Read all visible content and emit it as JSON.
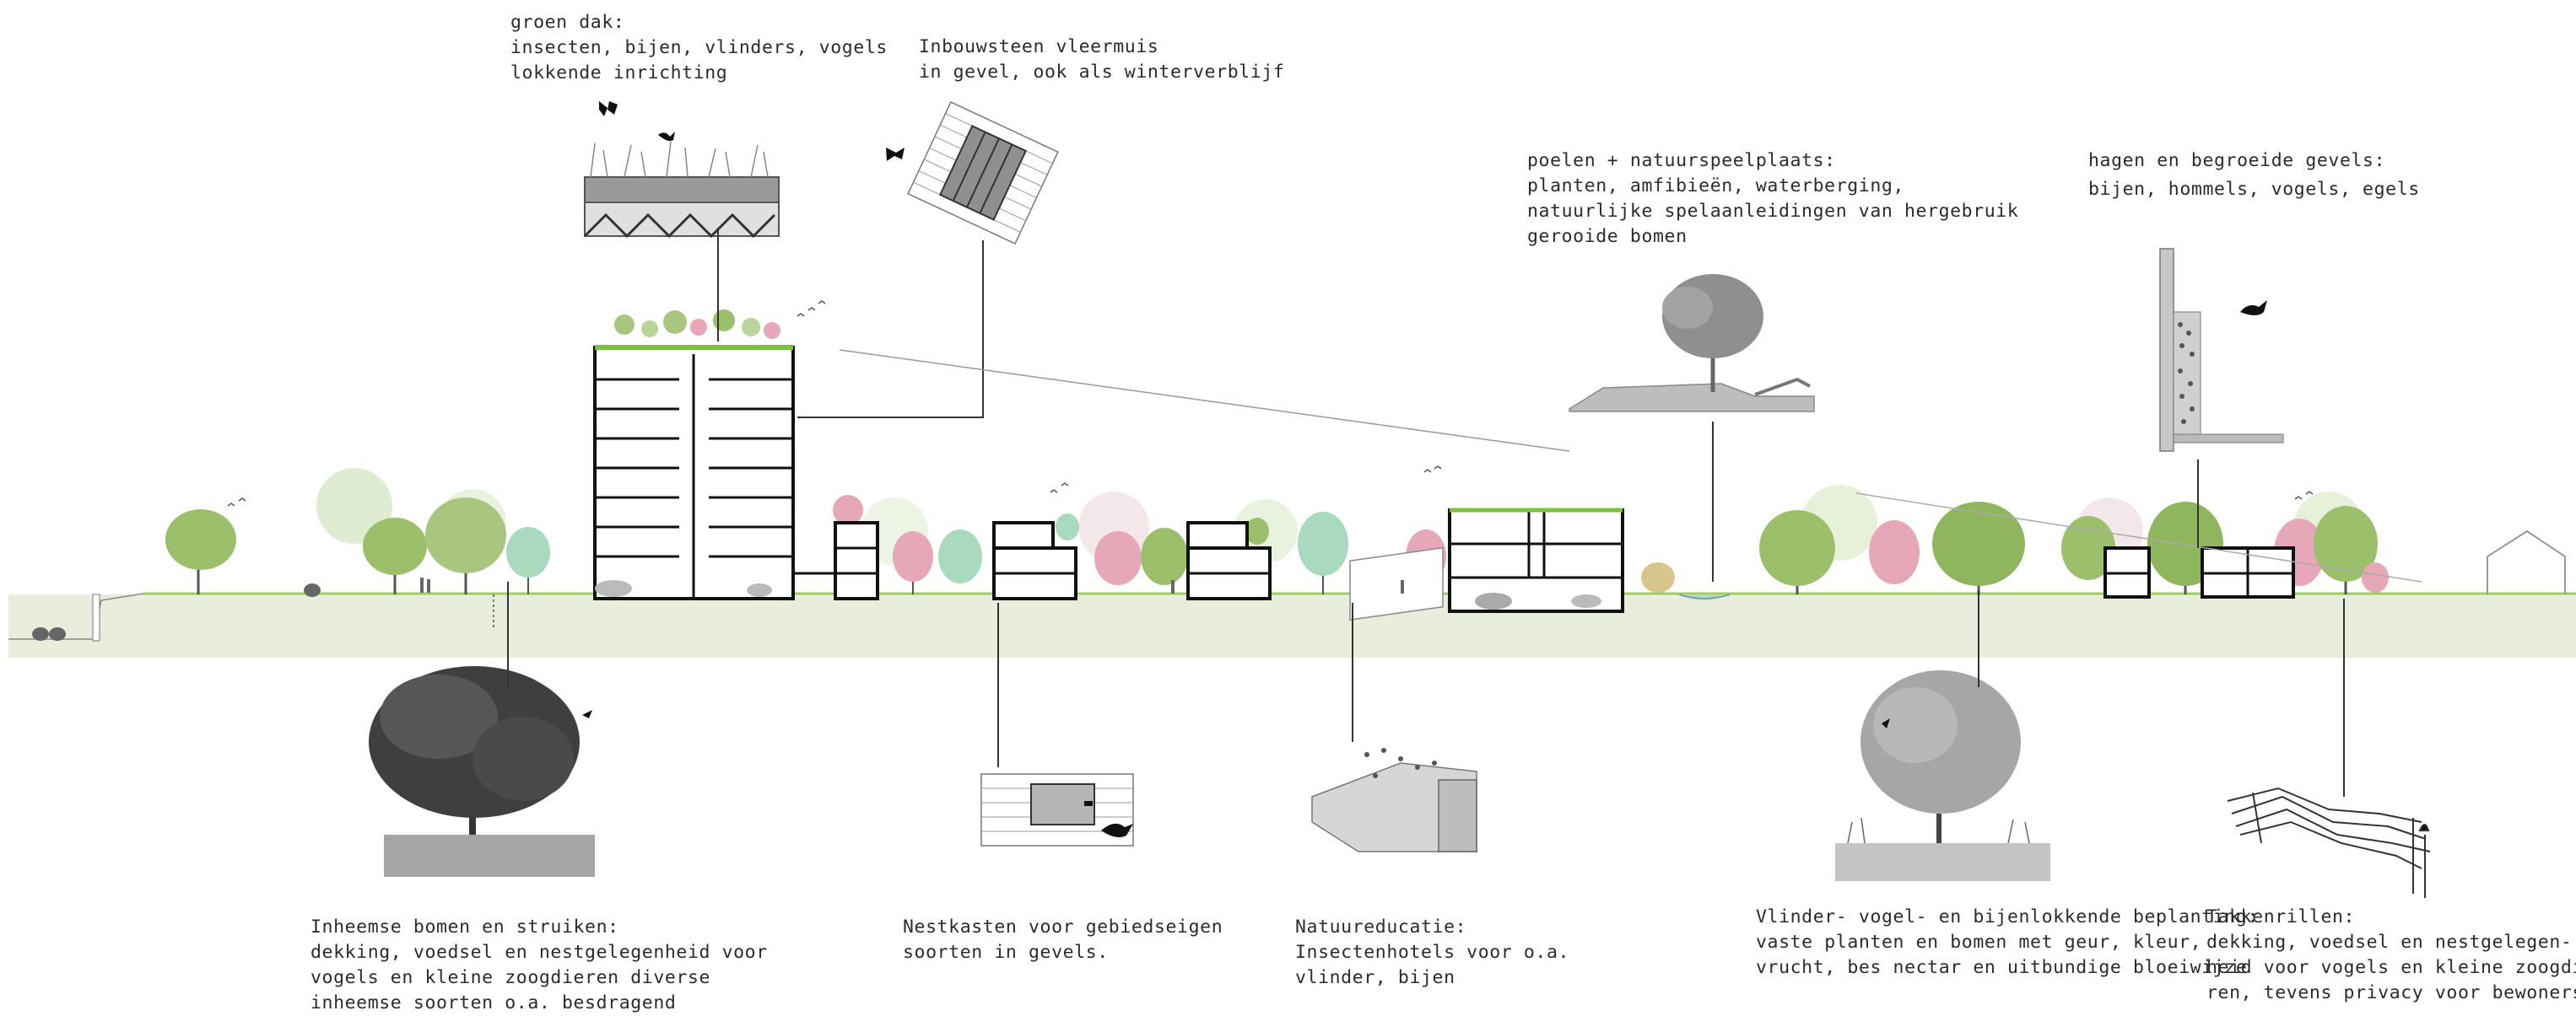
{
  "annotations": {
    "groen_dak": {
      "title": "groen dak:",
      "lines": [
        "insecten, bijen, vlinders, vogels",
        "lokkende inrichting"
      ]
    },
    "inbouwsteen": {
      "title": "Inbouwsteen vleermuis",
      "lines": [
        "in gevel, ook als winterverblijf"
      ]
    },
    "poelen": {
      "title": "poelen + natuurspeelplaats:",
      "lines": [
        "planten, amfibieën, waterberging,",
        "natuurlijke spelaanleidingen van hergebruik",
        "gerooide bomen"
      ]
    },
    "hagen": {
      "title": "hagen en begroeide gevels:",
      "lines": [
        "bijen, hommels, vogels, egels"
      ]
    },
    "inheemse_bomen": {
      "title": "Inheemse bomen en struiken:",
      "lines": [
        "dekking, voedsel en nestgelegenheid voor",
        "vogels en kleine zoogdieren diverse",
        "inheemse soorten o.a. besdragend"
      ]
    },
    "nestkasten": {
      "title": "Nestkasten voor gebiedseigen",
      "lines": [
        "soorten in gevels."
      ]
    },
    "natuureducatie": {
      "title": "Natuureducatie:",
      "lines": [
        "Insectenhotels voor o.a.",
        "vlinder, bijen"
      ]
    },
    "beplanting": {
      "title": "Vlinder- vogel- en bijenlokkende beplanting:",
      "lines": [
        "vaste planten en bomen met geur, kleur,",
        "vrucht, bes nectar en uitbundige bloeiwijze"
      ]
    },
    "takkenrillen": {
      "title": "Takkenrillen:",
      "lines": [
        "dekking, voedsel en nestgelegen-",
        "heid voor vogels en kleine zoogdie-",
        "ren, tevens privacy voor bewoners"
      ]
    }
  },
  "colors": {
    "ground": "#e8eedb",
    "grass_line": "#9dcf5a",
    "tree_green": "#9bbf6a",
    "tree_dark_green": "#7fa655",
    "tree_pink": "#e6a8b8",
    "tree_mint": "#a9d9be",
    "tree_grey": "#8a8a8a",
    "building_stroke": "#111111",
    "leader": "#333333"
  },
  "icons": [
    "bird-icon",
    "butterfly-icon",
    "bat-icon",
    "nestbox-icon",
    "insect-hotel-icon",
    "green-roof-icon",
    "brick-bat-box-icon",
    "pond-icon",
    "hedge-facade-icon",
    "branch-pile-icon"
  ]
}
